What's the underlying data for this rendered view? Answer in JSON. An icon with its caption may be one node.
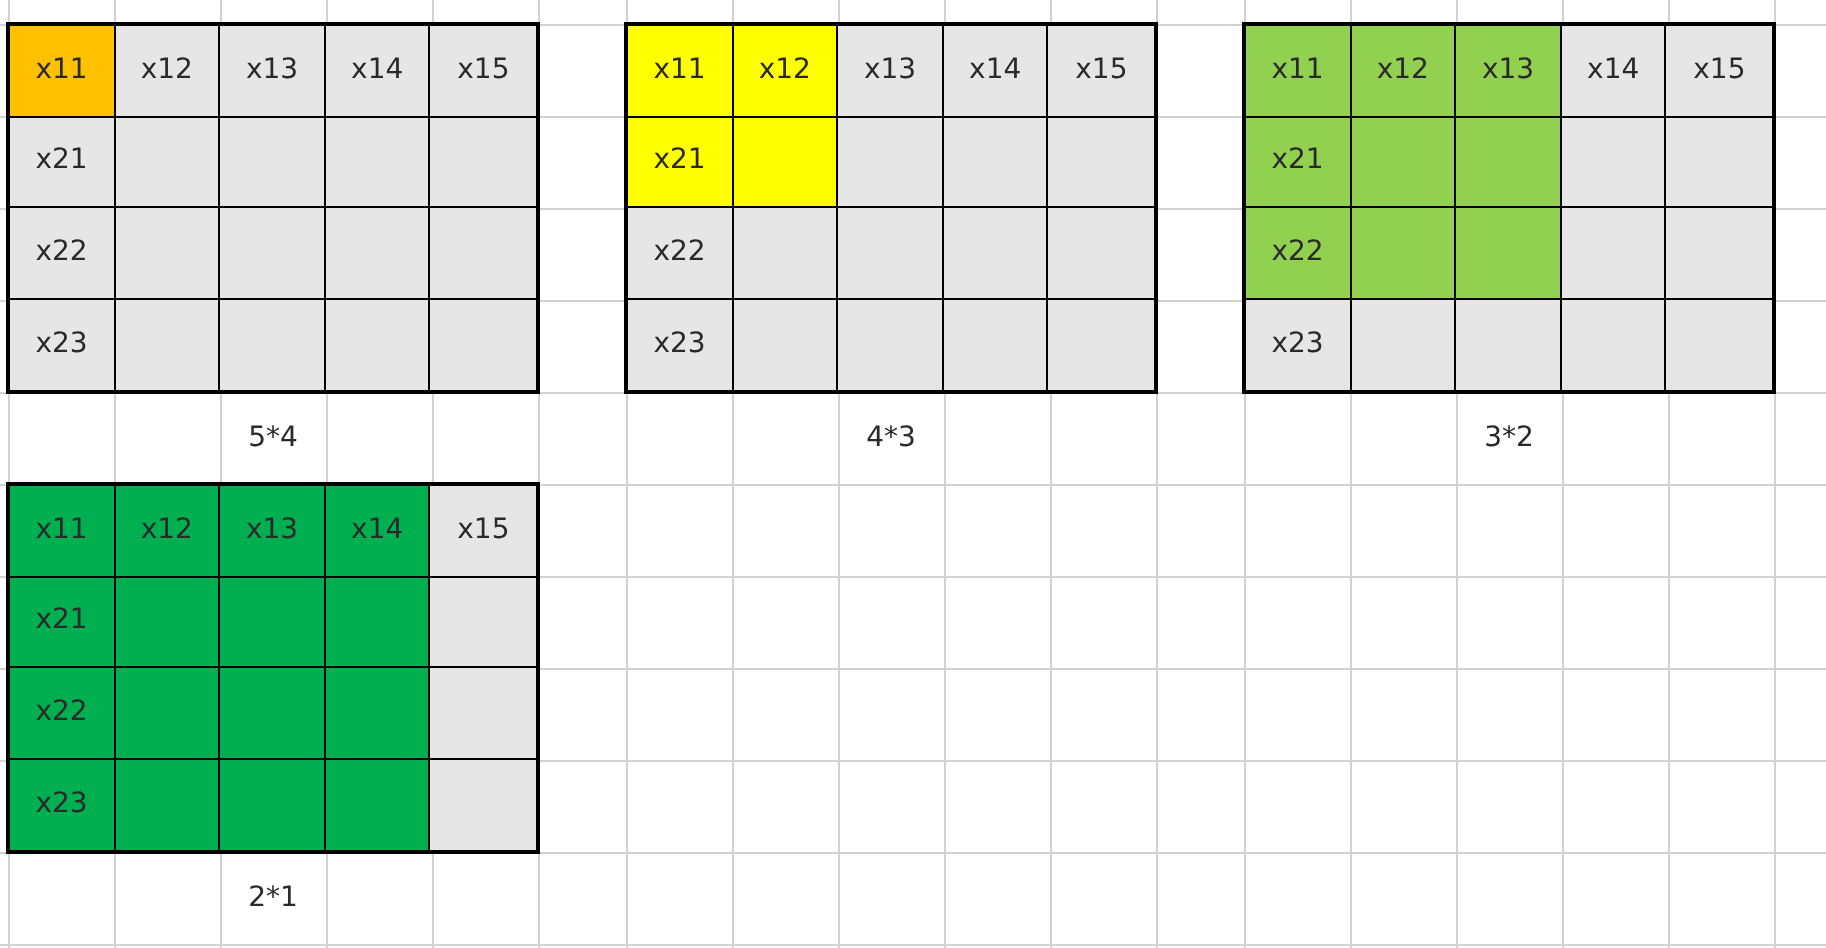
{
  "diagram": {
    "nodes": [
      {
        "text": [],
        "shape": "table",
        "beside": [
          "5*4"
        ]
      },
      {
        "text": [
          "x11"
        ],
        "in": 0
      },
      {
        "text": [
          "x12"
        ],
        "in": 0
      },
      {
        "text": [
          "x13"
        ],
        "in": 0
      },
      {
        "text": [
          "x14"
        ],
        "in": 0
      },
      {
        "text": [
          "x15"
        ],
        "in": 0
      },
      {
        "text": [
          "x21"
        ],
        "in": 0
      },
      {
        "text": [],
        "shape": "box",
        "in": 0
      },
      {
        "text": [],
        "shape": "box",
        "in": 0
      },
      {
        "text": [],
        "shape": "box",
        "in": 0
      },
      {
        "text": [],
        "shape": "box",
        "in": 0
      },
      {
        "text": [
          "x22"
        ],
        "in": 0
      },
      {
        "text": [],
        "shape": "box",
        "in": 0
      },
      {
        "text": [],
        "shape": "box",
        "in": 0
      },
      {
        "text": [],
        "shape": "box",
        "in": 0
      },
      {
        "text": [],
        "shape": "box",
        "in": 0
      },
      {
        "text": [
          "x23"
        ],
        "in": 0
      },
      {
        "text": [],
        "shape": "box",
        "in": 0
      },
      {
        "text": [],
        "shape": "box",
        "in": 0
      },
      {
        "text": [],
        "shape": "box",
        "in": 0
      },
      {
        "text": [],
        "shape": "box",
        "in": 0
      },
      {
        "text": [],
        "shape": "table",
        "beside": [
          "4*3"
        ]
      },
      {
        "text": [
          "x11"
        ],
        "in": 21
      },
      {
        "text": [
          "x12"
        ],
        "in": 21
      },
      {
        "text": [
          "x13"
        ],
        "in": 21
      },
      {
        "text": [
          "x14"
        ],
        "in": 21
      },
      {
        "text": [
          "x15"
        ],
        "in": 21
      },
      {
        "text": [
          "x21"
        ],
        "in": 21
      },
      {
        "text": [],
        "shape": "box",
        "in": 21
      },
      {
        "text": [],
        "shape": "box",
        "in": 21
      },
      {
        "text": [],
        "shape": "box",
        "in": 21
      },
      {
        "text": [],
        "shape": "box",
        "in": 21
      },
      {
        "text": [
          "x22"
        ],
        "in": 21
      },
      {
        "text": [],
        "shape": "box",
        "in": 21
      },
      {
        "text": [],
        "shape": "box",
        "in": 21
      },
      {
        "text": [],
        "shape": "box",
        "in": 21
      },
      {
        "text": [],
        "shape": "box",
        "in": 21
      },
      {
        "text": [
          "x23"
        ],
        "in": 21
      },
      {
        "text": [],
        "shape": "box",
        "in": 21
      },
      {
        "text": [],
        "shape": "box",
        "in": 21
      },
      {
        "text": [],
        "shape": "box",
        "in": 21
      },
      {
        "text": [],
        "shape": "box",
        "in": 21
      },
      {
        "text": [],
        "shape": "table",
        "beside": [
          "3*2"
        ]
      },
      {
        "text": [
          "x11"
        ],
        "in": 42
      },
      {
        "text": [
          "x12"
        ],
        "in": 42
      },
      {
        "text": [
          "x13"
        ],
        "in": 42
      },
      {
        "text": [
          "x14"
        ],
        "in": 42
      },
      {
        "text": [
          "x15"
        ],
        "in": 42
      },
      {
        "text": [
          "x21"
        ],
        "in": 42
      },
      {
        "text": [],
        "shape": "box",
        "in": 42
      },
      {
        "text": [],
        "shape": "box",
        "in": 42
      },
      {
        "text": [],
        "shape": "box",
        "in": 42
      },
      {
        "text": [],
        "shape": "box",
        "in": 42
      },
      {
        "text": [
          "x22"
        ],
        "in": 42
      },
      {
        "text": [],
        "shape": "box",
        "in": 42
      },
      {
        "text": [],
        "shape": "box",
        "in": 42
      },
      {
        "text": [],
        "shape": "box",
        "in": 42
      },
      {
        "text": [],
        "shape": "box",
        "in": 42
      },
      {
        "text": [
          "x23"
        ],
        "in": 42
      },
      {
        "text": [],
        "shape": "box",
        "in": 42
      },
      {
        "text": [],
        "shape": "box",
        "in": 42
      },
      {
        "text": [],
        "shape": "box",
        "in": 42
      },
      {
        "text": [],
        "shape": "box",
        "in": 42
      },
      {
        "text": [],
        "shape": "table",
        "beside": [
          "2*1"
        ]
      },
      {
        "text": [
          "x11"
        ],
        "in": 63
      },
      {
        "text": [
          "x12"
        ],
        "in": 63
      },
      {
        "text": [
          "x13"
        ],
        "in": 63
      },
      {
        "text": [
          "x14"
        ],
        "in": 63
      },
      {
        "text": [
          "x15"
        ],
        "in": 63
      },
      {
        "text": [
          "x21"
        ],
        "in": 63
      },
      {
        "text": [],
        "shape": "box",
        "in": 63
      },
      {
        "text": [],
        "shape": "box",
        "in": 63
      },
      {
        "text": [],
        "shape": "box",
        "in": 63
      },
      {
        "text": [],
        "shape": "box",
        "in": 63
      },
      {
        "text": [
          "x22"
        ],
        "in": 63
      },
      {
        "text": [],
        "shape": "box",
        "in": 63
      },
      {
        "text": [],
        "shape": "box",
        "in": 63
      },
      {
        "text": [],
        "shape": "box",
        "in": 63
      },
      {
        "text": [],
        "shape": "box",
        "in": 63
      },
      {
        "text": [
          "x23"
        ],
        "in": 63
      },
      {
        "text": [],
        "shape": "box",
        "in": 63
      },
      {
        "text": [],
        "shape": "box",
        "in": 63
      },
      {
        "text": [],
        "shape": "box",
        "in": 63
      },
      {
        "text": [],
        "shape": "box",
        "in": 63
      }
    ]
  }
}
